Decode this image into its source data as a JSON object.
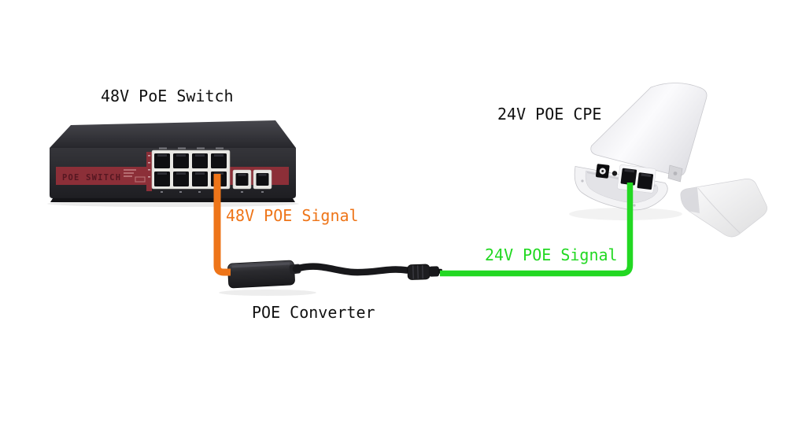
{
  "colors": {
    "signal_48v_orange": "#EE7519",
    "signal_24v_green": "#22D822",
    "switch_band_red": "#8C2F38",
    "switch_band_text_red": "#551721",
    "label_black": "#111111"
  },
  "labels": {
    "switch_title": "48V PoE Switch",
    "cpe_title": "24V POE CPE",
    "converter_title": "POE Converter",
    "signal_48v": "48V POE Signal",
    "signal_24v": "24V POE Signal"
  },
  "switch": {
    "faceplate_label": "POE SWITCH",
    "poe_port_count": 8,
    "uplink_port_count": 2
  },
  "cpe": {
    "lan_port_count": 2
  },
  "connections": [
    {
      "from": "48V PoE Switch",
      "to": "POE Converter",
      "label": "48V POE Signal"
    },
    {
      "from": "POE Converter",
      "to": "24V POE CPE",
      "label": "24V POE Signal"
    }
  ]
}
